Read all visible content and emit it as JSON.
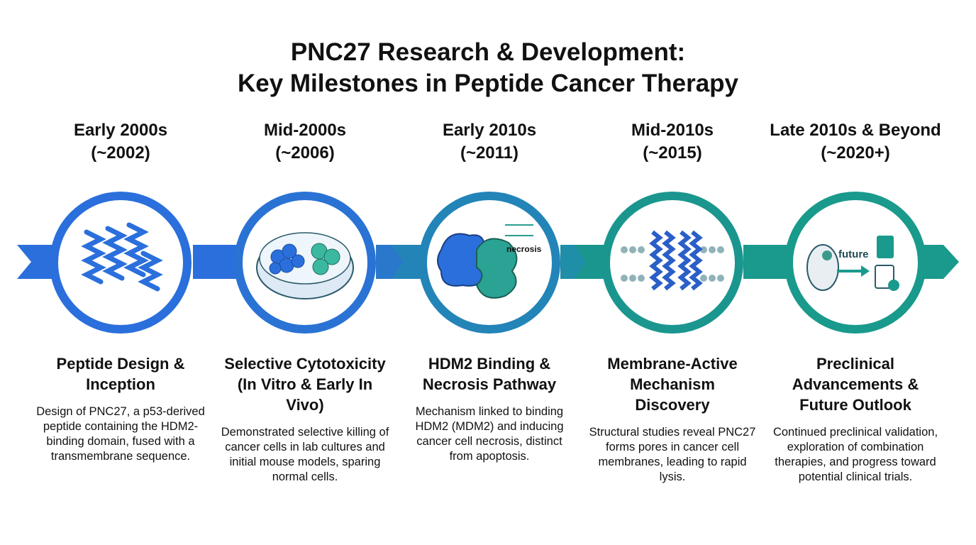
{
  "title_line1": "PNC27 Research & Development:",
  "title_line2": "Key Milestones in Peptide Cancer Therapy",
  "colors": {
    "blue": "#2a6fdc",
    "mid": "#2384b8",
    "teal": "#199a8c"
  },
  "milestones": [
    {
      "era": "Early 2000s",
      "year": "(~2002)",
      "title": "Peptide Design & Inception",
      "desc": "Design of PNC27, a p53-derived peptide containing the HDM2-binding domain, fused with a transmembrane sequence.",
      "icon": "peptide-helix-icon"
    },
    {
      "era": "Mid-2000s",
      "year": "(~2006)",
      "title": "Selective Cytotoxicity (In Vitro & Early In Vivo)",
      "desc": "Demonstrated selective killing of cancer cells in lab cultures and initial mouse models, sparing normal cells.",
      "icon": "petri-dish-icon"
    },
    {
      "era": "Early 2010s",
      "year": "(~2011)",
      "title": "HDM2 Binding & Necrosis Pathway",
      "desc": "Mechanism linked to binding HDM2 (MDM2) and inducing cancer cell necrosis, distinct from apoptosis.",
      "icon": "protein-binding-icon",
      "icon_label": "necrosis"
    },
    {
      "era": "Mid-2010s",
      "year": "(~2015)",
      "title": "Membrane-Active Mechanism Discovery",
      "desc": "Structural studies reveal PNC27 forms pores in cancer cell membranes, leading to rapid lysis.",
      "icon": "membrane-pore-icon"
    },
    {
      "era": "Late 2010s & Beyond",
      "year": "(~2020+)",
      "title": "Preclinical Advancements & Future Outlook",
      "desc": "Continued preclinical validation, exploration of combination therapies, and progress toward potential clinical trials.",
      "icon": "mouse-to-clinic-icon",
      "icon_label": "future"
    }
  ]
}
